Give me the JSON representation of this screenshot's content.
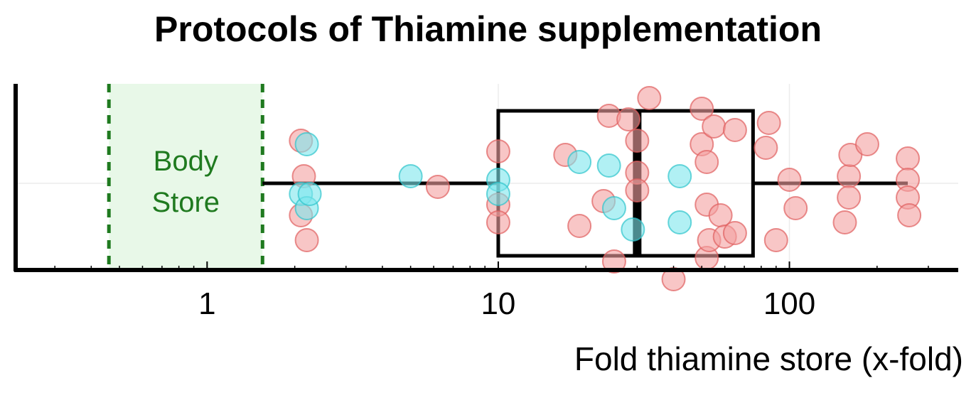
{
  "chart_data": {
    "type": "scatter",
    "title": "Protocols of Thiamine supplementation",
    "xlabel": "Fold thiamine store (x-fold)",
    "ylabel": "",
    "x_scale": "log",
    "xlim": [
      0.22,
      380
    ],
    "x_ticks": [
      {
        "value": 1,
        "label": "1"
      },
      {
        "value": 10,
        "label": "10"
      },
      {
        "value": 100,
        "label": "100"
      }
    ],
    "grid": true,
    "region": {
      "label_lines": [
        "Body",
        "Store"
      ],
      "x_range": [
        0.46,
        1.55
      ],
      "color": "#e8f8e8",
      "border_color": "#1f7a1f"
    },
    "box": {
      "whisker_low": 1.55,
      "q1": 10,
      "median": 30,
      "q3": 75,
      "whisker_high": 255
    },
    "colors": {
      "red": "#f4a0a0",
      "red_edge": "#e06060",
      "cyan": "#7de6ec",
      "cyan_edge": "#2fc4cc"
    },
    "series": [
      {
        "values": [
          [
            2.1,
            0.6
          ],
          [
            2.1,
            -0.45
          ],
          [
            2.15,
            0.1
          ],
          [
            2.2,
            -0.8
          ],
          [
            6.2,
            -0.05
          ],
          [
            10,
            0.45
          ],
          [
            10,
            -0.3
          ],
          [
            10,
            -0.55
          ],
          [
            17,
            0.4
          ],
          [
            19,
            -0.6
          ],
          [
            23,
            -0.25
          ],
          [
            24,
            0.95
          ],
          [
            25,
            -1.1
          ],
          [
            28,
            0.9
          ],
          [
            30,
            0.6
          ],
          [
            30,
            0.15
          ],
          [
            30,
            -0.1
          ],
          [
            33,
            1.2
          ],
          [
            40,
            -1.35
          ],
          [
            50,
            1.05
          ],
          [
            50,
            0.55
          ],
          [
            52,
            0.3
          ],
          [
            52,
            -0.3
          ],
          [
            52,
            -1.05
          ],
          [
            53,
            -0.8
          ],
          [
            55,
            0.8
          ],
          [
            58,
            -0.45
          ],
          [
            60,
            -0.75
          ],
          [
            65,
            0.75
          ],
          [
            65,
            -0.7
          ],
          [
            83,
            0.5
          ],
          [
            85,
            0.85
          ],
          [
            90,
            -0.8
          ],
          [
            100,
            0.05
          ],
          [
            105,
            -0.35
          ],
          [
            155,
            -0.55
          ],
          [
            160,
            0.1
          ],
          [
            160,
            -0.2
          ],
          [
            162,
            0.4
          ],
          [
            185,
            0.55
          ],
          [
            255,
            0.35
          ],
          [
            255,
            0.05
          ],
          [
            255,
            -0.2
          ],
          [
            258,
            -0.45
          ]
        ]
      },
      {
        "values": [
          [
            2.1,
            -0.15
          ],
          [
            2.2,
            0.55
          ],
          [
            2.2,
            -0.35
          ],
          [
            2.25,
            -0.15
          ],
          [
            5,
            0.1
          ],
          [
            10,
            0.05
          ],
          [
            10,
            -0.15
          ],
          [
            19,
            0.3
          ],
          [
            24,
            0.25
          ],
          [
            25,
            -0.35
          ],
          [
            29,
            -0.65
          ],
          [
            42,
            0.1
          ],
          [
            42,
            -0.55
          ]
        ]
      }
    ]
  }
}
